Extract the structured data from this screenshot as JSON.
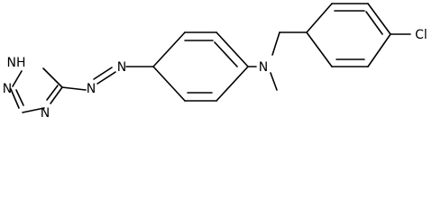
{
  "molecule": {
    "atoms": {
      "triazole_nh": "NH",
      "triazole_n2": "N",
      "triazole_n4": "N",
      "azo_n1": "N",
      "azo_n2": "N",
      "amine_n": "N",
      "chlorine": "Cl"
    }
  }
}
